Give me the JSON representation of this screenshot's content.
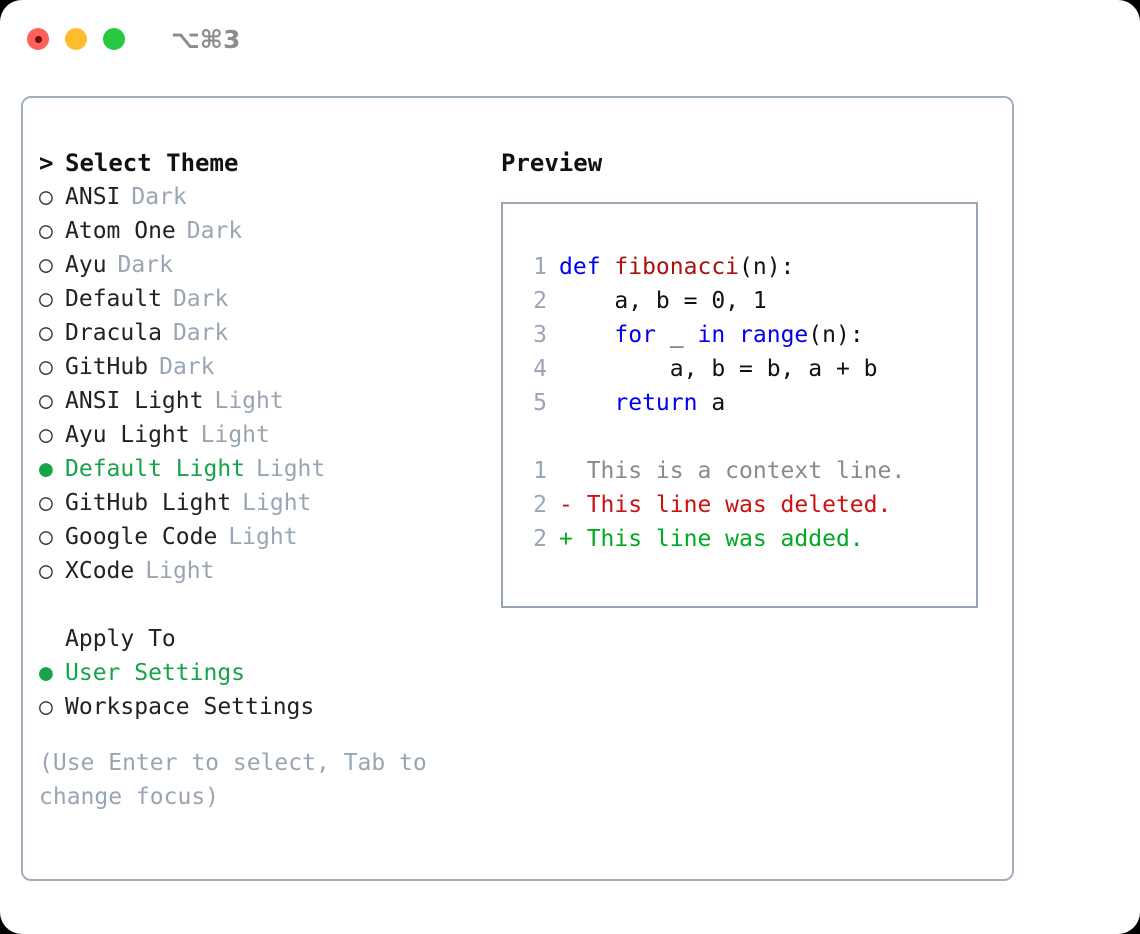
{
  "titlebar": {
    "shortcut": "⌥⌘3",
    "buttons": [
      {
        "name": "close",
        "color": "#ff6059"
      },
      {
        "name": "minimize",
        "color": "#ffbd2e"
      },
      {
        "name": "maximize",
        "color": "#28c840"
      }
    ]
  },
  "theme_picker": {
    "heading": "Select Theme",
    "caret": ">",
    "radio_empty": "○",
    "radio_filled": "●",
    "items": [
      {
        "name": "ANSI",
        "mode": "Dark",
        "selected": false
      },
      {
        "name": "Atom One",
        "mode": "Dark",
        "selected": false
      },
      {
        "name": "Ayu",
        "mode": "Dark",
        "selected": false
      },
      {
        "name": "Default",
        "mode": "Dark",
        "selected": false
      },
      {
        "name": "Dracula",
        "mode": "Dark",
        "selected": false
      },
      {
        "name": "GitHub",
        "mode": "Dark",
        "selected": false
      },
      {
        "name": "ANSI Light",
        "mode": "Light",
        "selected": false
      },
      {
        "name": "Ayu Light",
        "mode": "Light",
        "selected": false
      },
      {
        "name": "Default Light",
        "mode": "Light",
        "selected": true
      },
      {
        "name": "GitHub Light",
        "mode": "Light",
        "selected": false
      },
      {
        "name": "Google Code",
        "mode": "Light",
        "selected": false
      },
      {
        "name": "XCode",
        "mode": "Light",
        "selected": false
      }
    ]
  },
  "apply_to": {
    "heading": "Apply To",
    "options": [
      {
        "label": "User Settings",
        "selected": true
      },
      {
        "label": "Workspace Settings",
        "selected": false
      }
    ]
  },
  "help_text": "(Use Enter to select, Tab to change focus)",
  "preview": {
    "title": "Preview",
    "code_lines": [
      {
        "num": "1",
        "segments": [
          {
            "t": "def ",
            "c": "kw"
          },
          {
            "t": "fibonacci",
            "c": "fn"
          },
          {
            "t": "(n):",
            "c": "plain"
          }
        ]
      },
      {
        "num": "2",
        "segments": [
          {
            "t": "    a, b = 0, 1",
            "c": "plain"
          }
        ]
      },
      {
        "num": "3",
        "segments": [
          {
            "t": "    ",
            "c": "plain"
          },
          {
            "t": "for",
            "c": "kw"
          },
          {
            "t": " _ ",
            "c": "plain"
          },
          {
            "t": "in",
            "c": "kw"
          },
          {
            "t": " ",
            "c": "plain"
          },
          {
            "t": "range",
            "c": "kw"
          },
          {
            "t": "(n):",
            "c": "plain"
          }
        ]
      },
      {
        "num": "4",
        "segments": [
          {
            "t": "        a, b = b, a + b",
            "c": "plain"
          }
        ]
      },
      {
        "num": "5",
        "segments": [
          {
            "t": "    ",
            "c": "plain"
          },
          {
            "t": "return",
            "c": "kw"
          },
          {
            "t": " a",
            "c": "plain"
          }
        ]
      }
    ],
    "diff_lines": [
      {
        "num": "1",
        "text": "  This is a context line.",
        "kind": "ctx"
      },
      {
        "num": "2",
        "text": "- This line was deleted.",
        "kind": "del"
      },
      {
        "num": "2",
        "text": "+ This line was added.",
        "kind": "add"
      }
    ]
  },
  "colors": {
    "accent_green": "#16a34a",
    "muted_gray": "#9aa5b4",
    "border": "#a3aebd",
    "keyword_blue": "#0000ee",
    "function_red": "#aa1111",
    "diff_add": "#00aa22",
    "diff_del": "#cc1111"
  }
}
